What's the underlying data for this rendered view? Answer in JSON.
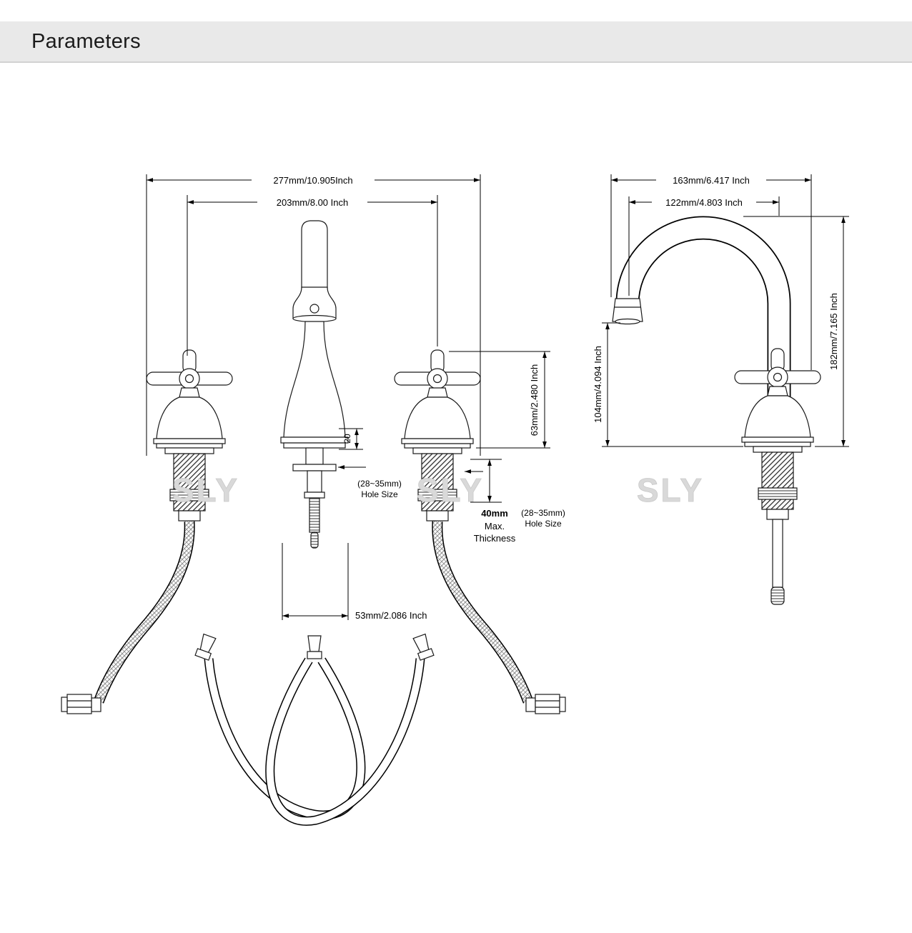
{
  "header": {
    "title": "Parameters"
  },
  "watermark": {
    "text": "SLY"
  },
  "front": {
    "dim_overall_width": "277mm/10.905Inch",
    "dim_handle_centers": "203mm/8.00 Inch",
    "dim_handle_height": "63mm/2.480 Inch",
    "dim_base_detail": "20",
    "hole_size_value": "(28~35mm)",
    "hole_size_label": "Hole Size",
    "hole_size_value_2": "(28~35mm)",
    "hole_size_label_2": "Hole Size",
    "max_thickness_value": "40mm",
    "max_thickness_line1": "Max.",
    "max_thickness_line2": "Thickness",
    "dim_escutcheon": "53mm/2.086 Inch"
  },
  "side": {
    "dim_overall_reach": "163mm/6.417 Inch",
    "dim_spout_reach": "122mm/4.803 Inch",
    "dim_overall_height": "182mm/7.165 Inch",
    "dim_spout_height": "104mm/4.094 Inch"
  }
}
